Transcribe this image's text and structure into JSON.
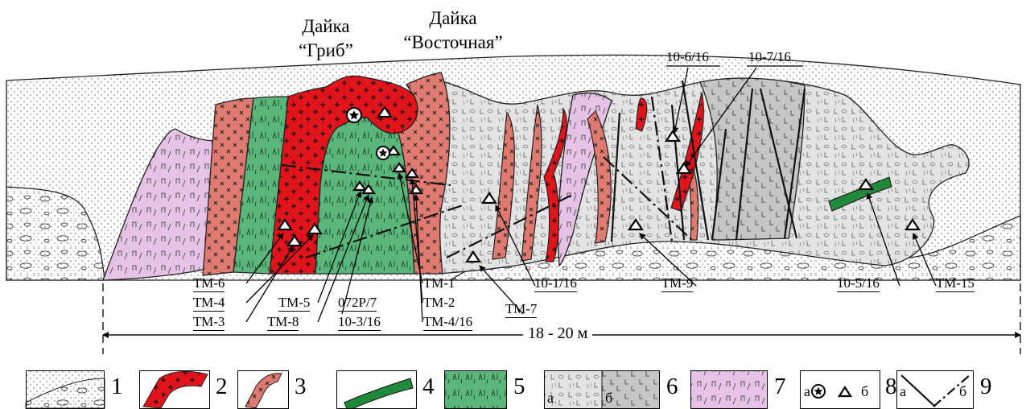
{
  "titles": {
    "dike_grib_line1": "Дайка",
    "dike_grib_line2": "“Гриб”",
    "dike_vost_line1": "Дайка",
    "dike_vost_line2": "“Восточная”"
  },
  "samples": {
    "s10_6_16": "10-6/16",
    "s10_7_16": "10-7/16",
    "tm6": "ТМ-6",
    "tm4": "ТМ-4",
    "tm3": "ТМ-3",
    "tm5": "ТМ-5",
    "tm8": "ТМ-8",
    "s072p7": "072Р/7",
    "s10_3_16": "10-3/16",
    "tm1": "ТМ-1",
    "tm2": "ТМ-2",
    "tm4_16": "ТМ-4/16",
    "tm7": "ТМ-7",
    "s10_1_16": "10-1/16",
    "tm9": "ТМ-9",
    "s10_5_16": "10-5/16",
    "tm15": "ТМ-15"
  },
  "scale": {
    "label": "18 - 20 м"
  },
  "legend": {
    "items": [
      {
        "num": "1",
        "icon": "loose-deposits-swatch"
      },
      {
        "num": "2",
        "icon": "red-dike-swatch"
      },
      {
        "num": "3",
        "icon": "pink-dike-swatch"
      },
      {
        "num": "4",
        "icon": "green-vein-swatch"
      },
      {
        "num": "5",
        "icon": "green-rock-swatch"
      },
      {
        "num": "6",
        "icon": "gabbro-swatch",
        "sub_a": "а",
        "sub_b": "б"
      },
      {
        "num": "7",
        "icon": "pyroxenite-swatch"
      },
      {
        "num": "8",
        "icon": "sample-symbols-swatch",
        "sub_a": "а",
        "sub_b": "б"
      },
      {
        "num": "9",
        "icon": "fault-lines-swatch",
        "sub_a": "а",
        "sub_b": "б"
      }
    ]
  },
  "colors": {
    "red": "#e2141b",
    "pink": "#e07a70",
    "green": "#5bb67b",
    "green_dark": "#1f8a3c",
    "violet": "#e6c3e6",
    "gray_light": "#e3e3e3",
    "gray_dark": "#c5c5c5"
  }
}
